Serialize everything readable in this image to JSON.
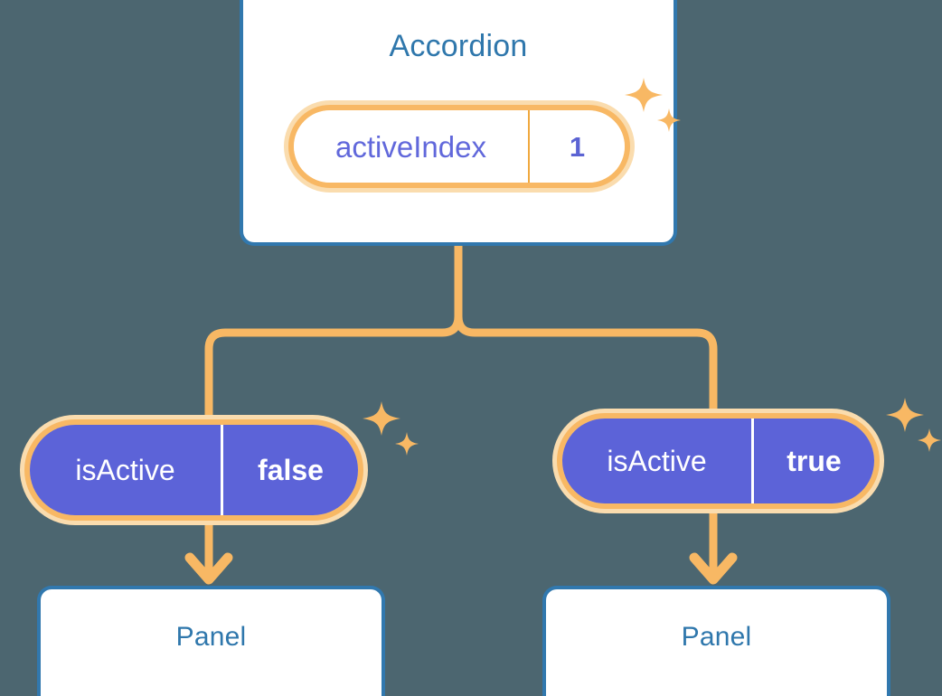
{
  "theme": {
    "background": "#4c6670",
    "card_border": "#3178ae",
    "card_fill": "#ffffff",
    "title_text": "#2f77ac",
    "accent_orange": "#f8b864",
    "accent_orange_soft": "#fadcae",
    "accent_orange_divider": "#f0a93f",
    "purple_fill": "#5c63d8",
    "purple_text": "#6168db",
    "value_text_light": "#ffffff"
  },
  "diagram": {
    "type": "component-state-tree",
    "root": {
      "title": "Accordion",
      "state_pill": {
        "key": "activeIndex",
        "value": "1",
        "style": "light"
      },
      "sparkle_icon": "sparkles-icon"
    },
    "children": [
      {
        "state_pill": {
          "key": "isActive",
          "value": "false",
          "style": "solid"
        },
        "sparkle_icon": "sparkles-icon",
        "arrow_icon": "arrow-down-icon",
        "title": "Panel"
      },
      {
        "state_pill": {
          "key": "isActive",
          "value": "true",
          "style": "solid"
        },
        "sparkle_icon": "sparkles-icon",
        "arrow_icon": "arrow-down-icon",
        "title": "Panel"
      }
    ]
  }
}
